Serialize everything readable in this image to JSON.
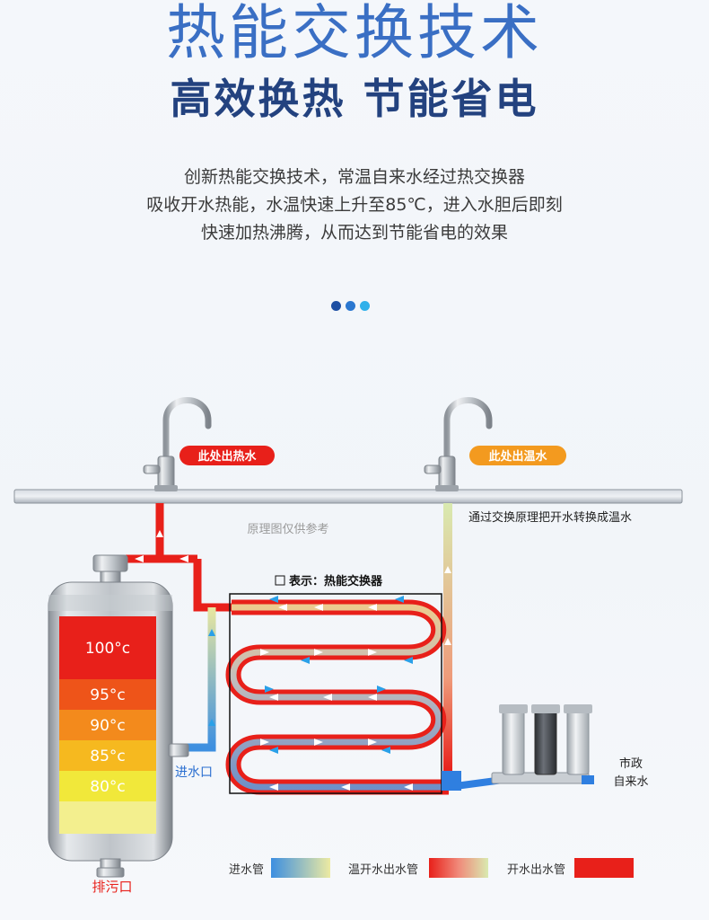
{
  "header": {
    "title": "热能交换技术",
    "subtitle": "高效换热 节能省电"
  },
  "description": {
    "line1": "创新热能交换技术，常温自来水经过热交换器",
    "line2": "吸收开水热能，水温快速上升至85℃，进入水胆后即刻",
    "line3": "快速加热沸腾，从而达到节能省电的效果"
  },
  "pager": {
    "dot_colors": [
      "#1d4fa3",
      "#2a77d0",
      "#2fb0ea"
    ]
  },
  "diagram": {
    "hot_outlet_label": "此处出热水",
    "warm_outlet_label": "此处出温水",
    "reference_note": "原理图仅供参考",
    "exchange_note": "通过交换原理把开水转换成温水",
    "legend_box_label": "表示：热能交换器",
    "inlet_label": "进水口",
    "drain_label": "排污口",
    "municipal_label_1": "市政",
    "municipal_label_2": "自来水",
    "tank_temperatures": [
      "100°c",
      "95°c",
      "90°c",
      "85°c",
      "80°c"
    ],
    "tank_colors": [
      "#e8201a",
      "#ee5419",
      "#f38a1c",
      "#f6b91f",
      "#f1e83a"
    ]
  },
  "legend": {
    "inlet_pipe": "进水管",
    "warm_outlet_pipe": "温开水出水管",
    "boiling_outlet_pipe": "开水出水管"
  },
  "colors": {
    "hot_pipe": "#e8201a",
    "warm_pipe_start": "#e8201a",
    "warm_pipe_end": "#d9eab0",
    "inlet_pipe_start": "#3d8fe0",
    "inlet_pipe_end": "#e8e7a0",
    "hot_badge": "#e8201a",
    "warm_badge": "#f39a1f",
    "arrow_blue": "#2aa0e8"
  }
}
